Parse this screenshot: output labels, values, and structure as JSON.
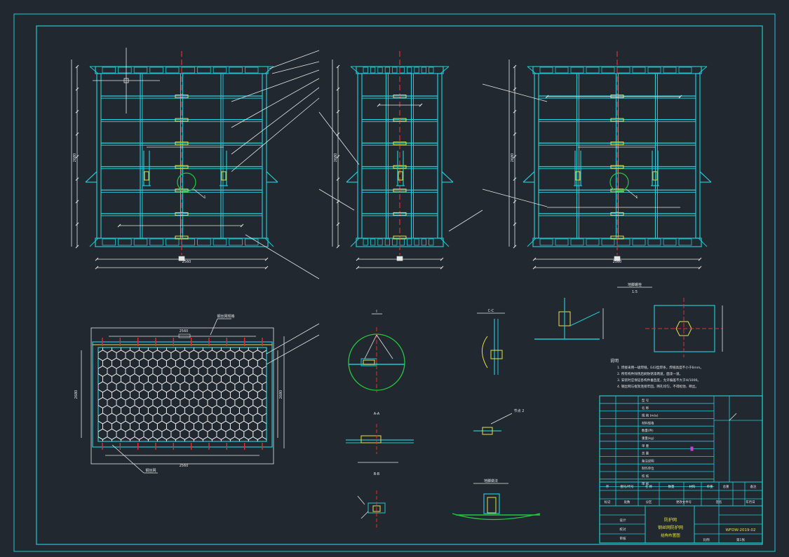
{
  "drawing": {
    "background": "#212830",
    "colors": {
      "frame": "#22c8d2",
      "line": "#e6e6e6",
      "structure": "#22c8d2",
      "centerline": "#e03030",
      "highlight": "#e6e04a",
      "detail_circle": "#27c93f",
      "hex_mesh": "#e6e6e6",
      "accent_magenta": "#d040d0",
      "ground": "#27c93f"
    },
    "elevations": {
      "view1": {
        "dim_total": "2560",
        "dim_height": "2680",
        "leader_note": "1"
      },
      "view2": {
        "dim_height": "2680"
      },
      "view3": {
        "dim_total": "2560",
        "dim_height": "2680",
        "leader_note": "1"
      }
    },
    "plan": {
      "top_label": "钢丝网规格",
      "dim_top": "2560",
      "dim_bottom": "2560",
      "dim_left": "2680",
      "dim_right": "2680",
      "leader_note": "钢丝网"
    },
    "details": {
      "section_circle_label": "I",
      "section_a_label": "A-A",
      "section_b_label": "B-B",
      "section_c_label": "C-C",
      "node_label": "节点 2",
      "ground_label": "地脚做法",
      "bolt_title": "地脚螺栓",
      "bolt_scale": "1:5"
    },
    "notes": {
      "title": "说明",
      "lines": [
        "1. 焊接采用一级焊缝，E43型焊条，焊缝高度不小于6mm。",
        "2. 所有构件除锈后刷防锈漆两道，面漆一道。",
        "3. 安装时应保证各构件垂直度，允许偏差不大于H/1000。",
        "4. 钢丝网与框架连接牢固，网孔均匀，不得松弛、断丝。"
      ]
    },
    "param_table": {
      "rows": [
        "型 号",
        "名 称",
        "规 格 (m/a)",
        "材料规格",
        "数量(件)",
        "重量(kg)",
        "单 重",
        "总 重",
        "备注说明",
        "制作单位",
        "校 核",
        "审 核"
      ]
    },
    "title_block": {
      "project": "防护网",
      "drawing_name": "钢丝网防护网",
      "sub_name": "结构布置图",
      "drawing_no": "WFDW-2019-02",
      "design": "设计",
      "check": "校对",
      "approve": "审核",
      "scale": "比例",
      "sheet": "第1张",
      "row_labels": [
        "序",
        "图号/代号",
        "名 称",
        "数量",
        "材料",
        "单重",
        "总重",
        "备注"
      ],
      "footer": [
        "标记",
        "处数",
        "分区",
        "更改文件号",
        "签名",
        "年月日"
      ]
    }
  }
}
